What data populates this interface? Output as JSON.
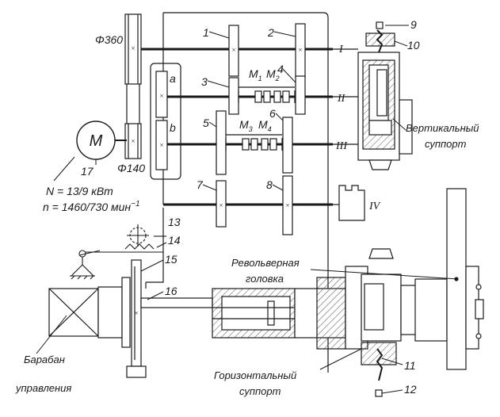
{
  "labels": {
    "pulley_top_dia": "Φ360",
    "pulley_bottom_dia": "Φ140",
    "motor_symbol": "M",
    "motor_number": "17",
    "power": "N = 13/9 кВт",
    "speed_text": "n = 1460/730 мин",
    "speed_exp": "−1",
    "gear_1": "1",
    "gear_2": "2",
    "gear_3": "3",
    "gear_4": "4",
    "gear_5": "5",
    "gear_6": "6",
    "gear_7": "7",
    "gear_8": "8",
    "gear_a": "a",
    "gear_b": "b",
    "clutch_m1": "M",
    "clutch_m1_sub": "1",
    "clutch_m2": "M",
    "clutch_m2_sub": "2",
    "clutch_m3": "M",
    "clutch_m3_sub": "3",
    "clutch_m4": "M",
    "clutch_m4_sub": "4",
    "shaft_I": "I",
    "shaft_II": "II",
    "shaft_III": "III",
    "shaft_IV": "IV",
    "item_9": "9",
    "item_10": "10",
    "item_11": "11",
    "item_12": "12",
    "item_13": "13",
    "item_14": "14",
    "item_15": "15",
    "item_16": "16",
    "vertical_support_line1": "Вертикальный",
    "vertical_support_line2": "суппорт",
    "turret_line1": "Револьверная",
    "turret_line2": "головка",
    "horizontal_support_line1": "Горизонтальный",
    "horizontal_support_line2": "суппорт",
    "drum_line1": "Барабан",
    "drum_line2": "управления"
  },
  "colors": {
    "ink": "#1a1a1a",
    "hatch": "#555555"
  }
}
